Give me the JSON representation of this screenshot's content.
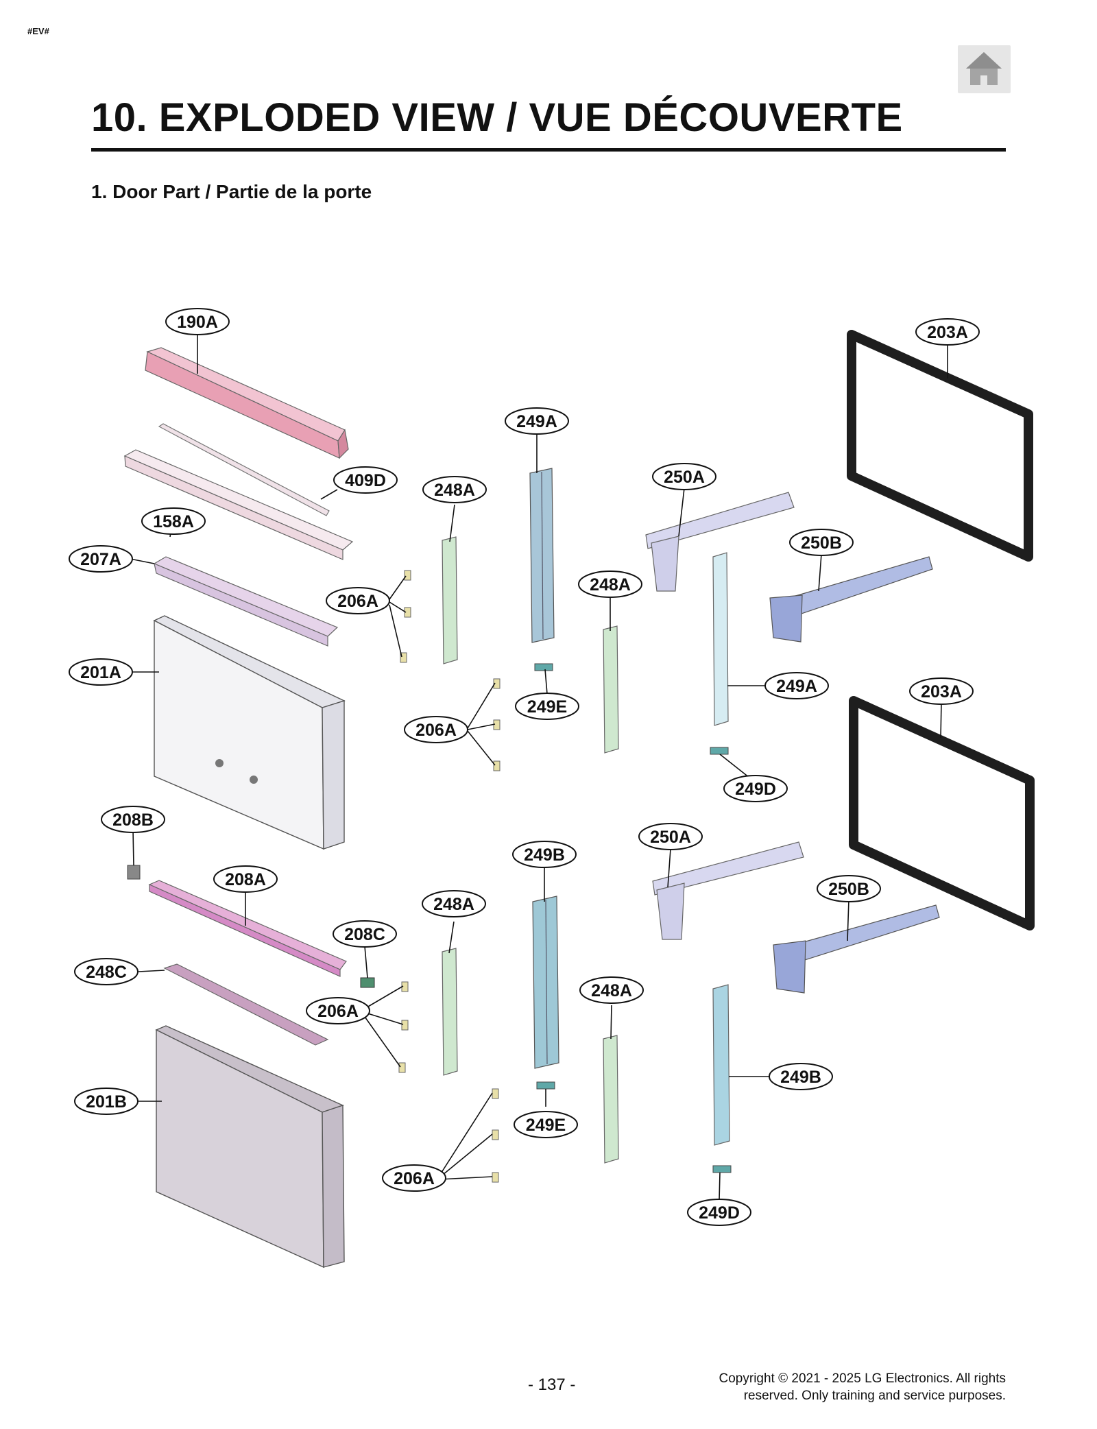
{
  "page_marker": "#EV#",
  "header": {
    "title": "10. EXPLODED VIEW / VUE DÉCOUVERTE",
    "home_icon": "home-icon"
  },
  "section": {
    "title": "1. Door Part / Partie de la porte"
  },
  "colors": {
    "grille_pink": "#e8a0b4",
    "trim_rose": "#eed8e0",
    "rail_lavender": "#d8c4e0",
    "door_panel": "#f4f4f6",
    "door_panel_lower": "#d8d2da",
    "bracket_green": "#cfe8cf",
    "channel_teal": "#9ec8d6",
    "arm_lilac": "#cfcfea",
    "arm_blue": "#98a6d8",
    "gasket": "#1e1e1e",
    "magenta_strip": "#d58ac6"
  },
  "callouts": {
    "c190A": "190A",
    "c409D": "409D",
    "c158A": "158A",
    "c207A": "207A",
    "c201A": "201A",
    "c206A_1": "206A",
    "c206A_2": "206A",
    "c206A_3": "206A",
    "c206A_4": "206A",
    "c248A_1": "248A",
    "c248A_2": "248A",
    "c248A_3": "248A",
    "c248A_4": "248A",
    "c249A_1": "249A",
    "c249A_2": "249A",
    "c249E_1": "249E",
    "c249E_2": "249E",
    "c250A_1": "250A",
    "c250A_2": "250A",
    "c250B_1": "250B",
    "c250B_2": "250B",
    "c203A_1": "203A",
    "c203A_2": "203A",
    "c249D_1": "249D",
    "c249D_2": "249D",
    "c208B": "208B",
    "c208A": "208A",
    "c208C": "208C",
    "c248C": "248C",
    "c201B": "201B",
    "c249B_1": "249B",
    "c249B_2": "249B"
  },
  "footer": {
    "page_number": "- 137 -",
    "copyright_line1": "Copyright © 2021 - 2025 LG Electronics. All rights",
    "copyright_line2": "reserved. Only training and service purposes."
  }
}
